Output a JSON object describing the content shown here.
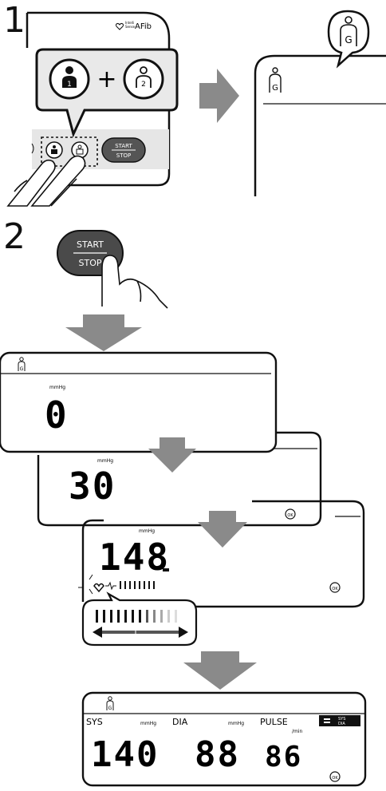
{
  "step1": {
    "number": "1",
    "brand_lines": [
      "Intelli",
      "Sense"
    ],
    "brand_text": "AFib",
    "user1_label": "1",
    "user2_label": "2",
    "plus_symbol": "+",
    "start_stop_top": "START",
    "start_stop_bottom": "STOP",
    "guest_label": "G"
  },
  "step2": {
    "number": "2",
    "start_stop_top": "START",
    "start_stop_bottom": "STOP",
    "screen1": {
      "unit": "mmHg",
      "value": "0",
      "user": "G"
    },
    "screen2": {
      "unit": "mmHg",
      "value": "30"
    },
    "screen3": {
      "unit": "mmHg",
      "value": "148"
    },
    "result": {
      "user": "G",
      "sys_label": "SYS",
      "sys_unit": "mmHg",
      "sys_value": "140",
      "dia_label": "DIA",
      "dia_unit": "mmHg",
      "dia_value": "88",
      "pulse_label": "PULSE",
      "pulse_unit": "/min",
      "pulse_value": "86",
      "badge_sys": "SYS",
      "badge_dia": "DIA"
    },
    "ok_label": "OK"
  }
}
